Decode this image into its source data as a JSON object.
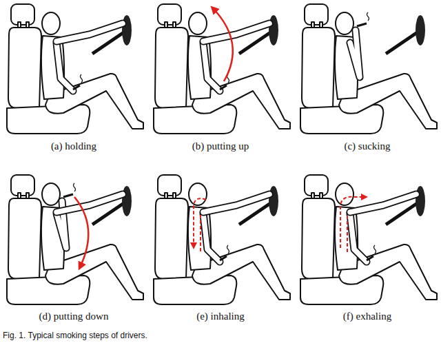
{
  "diagram": {
    "caption": "Fig. 1. Typical smoking steps of drivers.",
    "labels": [
      "(a) holding",
      "(b) putting up",
      "(c) sucking",
      "(d) putting down",
      "(e) inhaling",
      "(f) exhaling"
    ]
  }
}
